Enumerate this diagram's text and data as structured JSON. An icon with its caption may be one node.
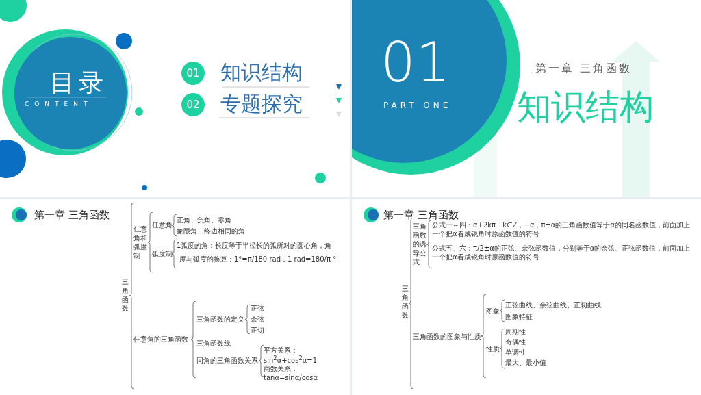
{
  "diagram": {
    "labels": [
      "目录",
      "CONTENT",
      "01",
      "知识结构",
      "02",
      "专题探究",
      "01",
      "PART ONE",
      "第一章 三角函数",
      "知识结构",
      "第一章 三角函数",
      "三角函数",
      "任意角和弧度制",
      "任意角",
      "正角、负角、零角",
      "象限角、终边相同的角",
      "弧度制",
      "1弧度的角：长度等于半径长的弧所对的圆心角，角",
      "度与弧度的换算：1°=π/180 rad，1 rad=180/π °",
      "任意角的三角函数",
      "三角函数的定义",
      "正弦",
      "余弦",
      "正切",
      "三角函数线",
      "同角的三角函数关系",
      "平方关系：sin$^{2}$α+cos$^{2}$α=1",
      "商数关系：tanα=sinα/cosα",
      "第一章 三角函数",
      "三角函数",
      "三角函数的诱导公式",
      "公式一～四：α+2kπ　k∈Z，−α，π±α的三角函数值等于α的同名函数值，前面加上一个把α看成锐角时原函数值的符号",
      "公式五、六：π/2±α的正弦、余弦函数值，分别等于α的余弦、正弦函数值，前面加上一个把α看成锐角时原函数值的符号",
      "三角函数的图象与性质",
      "图象",
      "正弦曲线、余弦曲线、正切曲线",
      "图象特征",
      "性质",
      "周期性",
      "奇偶性",
      "单调性",
      "最大、最小值"
    ]
  }
}
